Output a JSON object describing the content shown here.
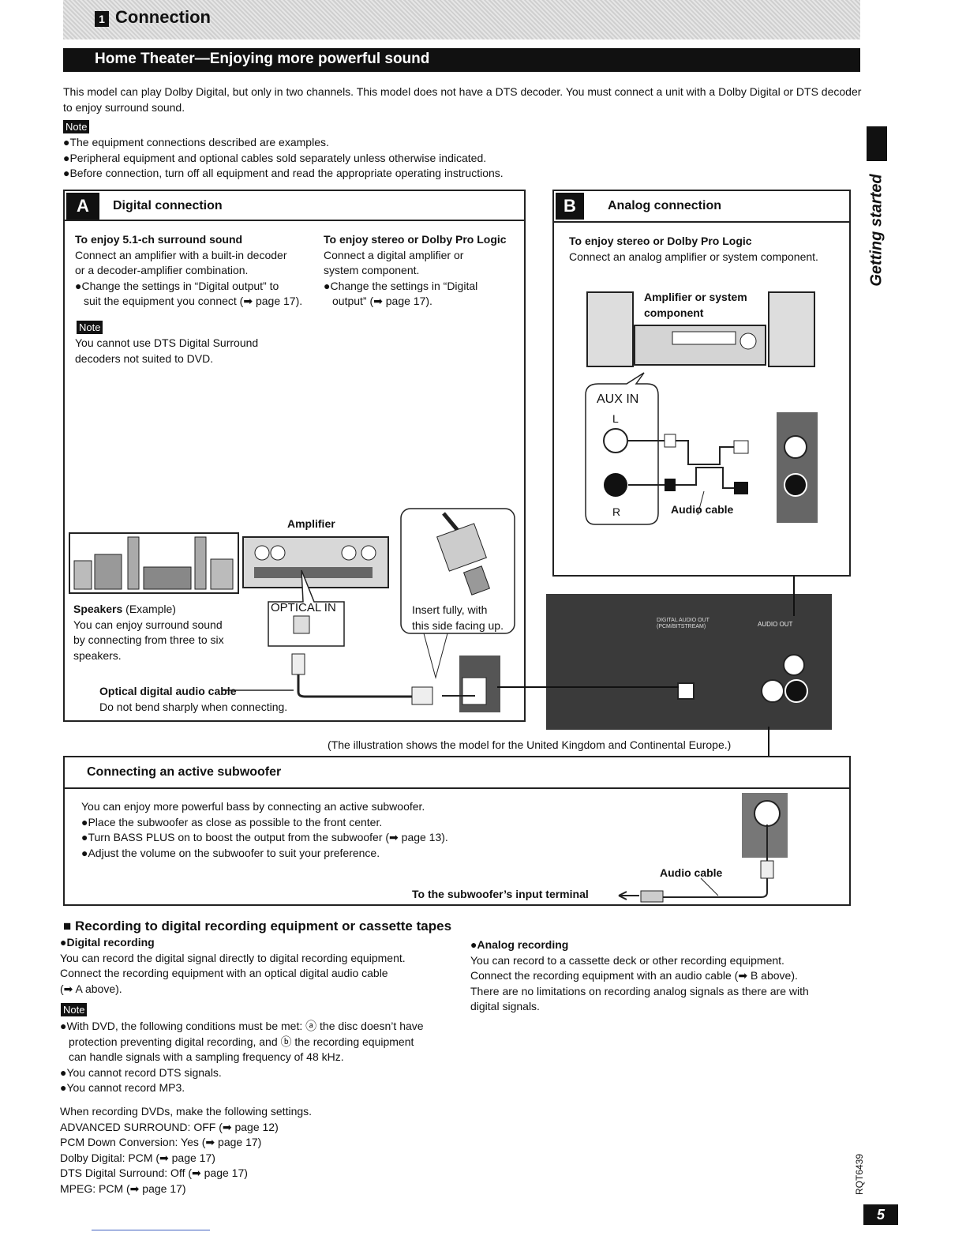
{
  "header": {
    "section_number": "1",
    "section_title": "Connection",
    "subtitle": "Home Theater—Enjoying more powerful sound"
  },
  "intro": "This model can play Dolby Digital, but only in two channels. This model does not have a DTS decoder. You must connect a unit with a Dolby Digital or DTS decoder to enjoy surround sound.",
  "note_label": "Note",
  "notes": [
    "●The equipment connections described are examples.",
    "●Peripheral equipment and optional cables sold separately unless otherwise indicated.",
    "●Before connection, turn off all equipment and read the appropriate operating instructions."
  ],
  "digital": {
    "letter": "A",
    "title": "Digital connection",
    "left_head": "To enjoy 5.1-ch surround sound",
    "left_lines": [
      "Connect an amplifier with a built-in decoder",
      "or a decoder-amplifier combination.",
      "●Change the settings in “Digital output” to",
      "suit the equipment you connect (➡ page 17)."
    ],
    "right_head": "To enjoy stereo or Dolby Pro Logic",
    "right_lines": [
      "Connect a digital amplifier or",
      "system component.",
      "●Change the settings in “Digital",
      "output” (➡ page 17)."
    ],
    "note_lines": [
      "You cannot use DTS Digital Surround",
      "decoders not suited to DVD."
    ],
    "amplifier_label": "Amplifier",
    "speakers_bold": "Speakers",
    "speakers_rest": " (Example)",
    "speakers_lines": [
      "You can enjoy surround sound",
      "by connecting from three to six",
      "speakers."
    ],
    "optical_in": "OPTICAL IN",
    "insert_lines": [
      "Insert fully, with",
      "this side facing up."
    ],
    "cable_label": "Optical digital audio cable",
    "cable_note": "Do not bend sharply when connecting."
  },
  "analog": {
    "letter": "B",
    "title": "Analog connection",
    "head": "To enjoy stereo or Dolby Pro Logic",
    "line": "Connect an analog amplifier or system component.",
    "amp_lines": [
      "Amplifier or system",
      "component"
    ],
    "aux_in": "AUX IN",
    "l": "L",
    "r": "R",
    "audio_cable": "Audio cable"
  },
  "panel_labels": {
    "digital_out": "DIGITAL AUDIO OUT (PCM/BITSTREAM)",
    "audio_out": "AUDIO OUT"
  },
  "illustration_note": "(The illustration shows the model for the United Kingdom and Continental Europe.)",
  "subwoofer": {
    "title": "Connecting an active subwoofer",
    "lines": [
      "You can enjoy more powerful bass by connecting an active subwoofer.",
      "●Place the subwoofer as close as possible to the front center.",
      "●Turn BASS PLUS on to boost the output from the subwoofer (➡ page 13).",
      "●Adjust the volume on the subwoofer to suit your preference."
    ],
    "audio_cable": "Audio cable",
    "input_terminal": "To the subwoofer’s input terminal"
  },
  "recording": {
    "title": "■ Recording to digital recording equipment or cassette tapes",
    "digital_head": "●Digital recording",
    "digital_lines": [
      "You can record the digital signal directly to digital recording equipment.",
      "Connect the recording equipment with an optical digital audio cable",
      "(➡ A above)."
    ],
    "note_lines": [
      "●With DVD, the following conditions must be met: ⓐ the disc doesn’t have",
      "protection preventing digital recording, and ⓑ the recording equipment",
      "can handle signals with a sampling frequency of 48 kHz.",
      "●You cannot record DTS signals.",
      "●You cannot record MP3."
    ],
    "settings_intro": "When recording DVDs, make the following settings.",
    "settings": [
      "ADVANCED SURROUND: OFF (➡ page 12)",
      "PCM Down Conversion: Yes (➡ page 17)",
      "Dolby Digital: PCM (➡ page 17)",
      "DTS Digital Surround: Off (➡ page 17)",
      "MPEG: PCM (➡ page 17)"
    ],
    "analog_head": "●Analog recording",
    "analog_lines": [
      "You can record to a cassette deck or other recording equipment.",
      "Connect the recording equipment with an audio cable (➡ B above).",
      "There are no limitations on recording analog signals as there are with",
      "digital signals."
    ]
  },
  "sidebar": {
    "tab": "Getting started"
  },
  "footer": {
    "code": "RQT6439",
    "page": "5"
  }
}
